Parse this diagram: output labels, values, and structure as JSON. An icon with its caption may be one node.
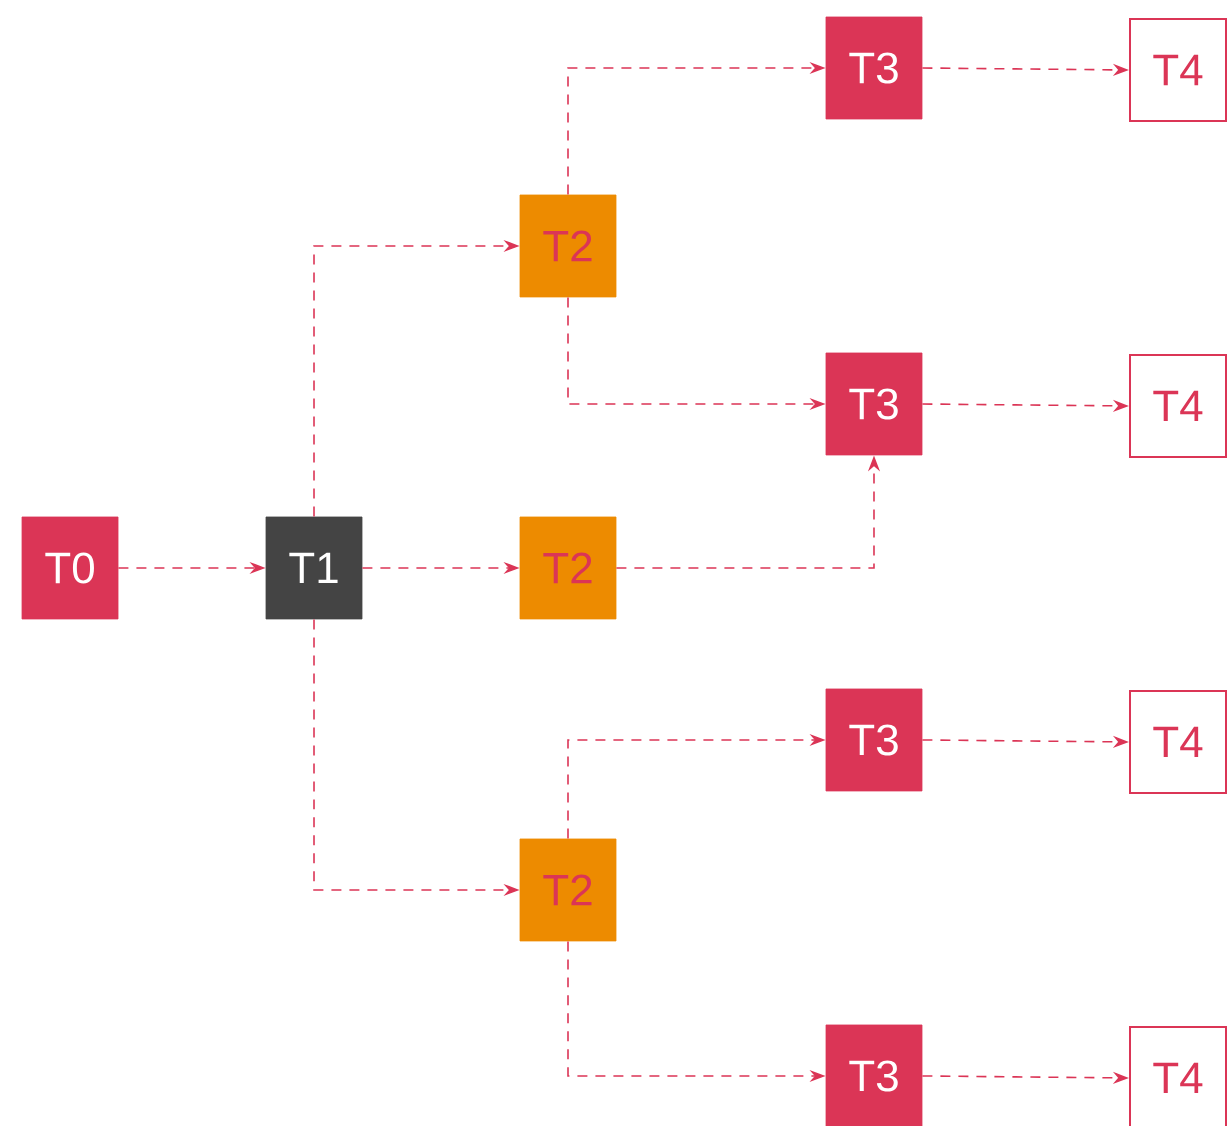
{
  "diagram": {
    "nodes": [
      {
        "text": [
          "T0"
        ]
      },
      {
        "text": [
          "T1"
        ]
      },
      {
        "text": [
          "T2"
        ]
      },
      {
        "text": [
          "T2"
        ]
      },
      {
        "text": [
          "T2"
        ]
      },
      {
        "text": [
          "T3"
        ]
      },
      {
        "text": [
          "T3"
        ]
      },
      {
        "text": [
          "T3"
        ]
      },
      {
        "text": [
          "T3"
        ]
      },
      {
        "text": [
          "T4"
        ]
      },
      {
        "text": [
          "T4"
        ]
      },
      {
        "text": [
          "T4"
        ]
      },
      {
        "text": [
          "T4"
        ]
      }
    ],
    "edges": [
      {
        "from": 0,
        "to": 1,
        "arrow": "to",
        "style": "dashed"
      },
      {
        "from": 1,
        "to": 2,
        "arrow": "to",
        "style": "dashed"
      },
      {
        "from": 1,
        "to": 3,
        "arrow": "to",
        "style": "dashed"
      },
      {
        "from": 1,
        "to": 4,
        "arrow": "to",
        "style": "dashed"
      },
      {
        "from": 2,
        "to": 5,
        "arrow": "to",
        "style": "dashed"
      },
      {
        "from": 2,
        "to": 6,
        "arrow": "to",
        "style": "dashed"
      },
      {
        "from": 3,
        "to": 6,
        "arrow": "to",
        "style": "dashed"
      },
      {
        "from": 4,
        "to": 7,
        "arrow": "to",
        "style": "dashed"
      },
      {
        "from": 4,
        "to": 8,
        "arrow": "to",
        "style": "dashed"
      },
      {
        "from": 5,
        "to": 9,
        "arrow": "to",
        "style": "dashed"
      },
      {
        "from": 6,
        "to": 10,
        "arrow": "to",
        "style": "dashed"
      },
      {
        "from": 7,
        "to": 11,
        "arrow": "to",
        "style": "dashed"
      },
      {
        "from": 8,
        "to": 12,
        "arrow": "to",
        "style": "dashed"
      }
    ]
  }
}
